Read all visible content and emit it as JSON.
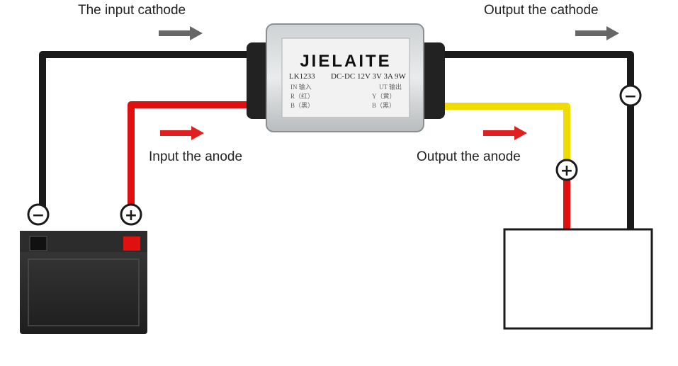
{
  "labels": {
    "input_cathode": "The input cathode",
    "output_cathode": "Output the cathode",
    "input_anode": "Input the anode",
    "output_anode": "Output the anode"
  },
  "converter": {
    "brand": "JIELAITE",
    "model": "LK1233",
    "spec": "DC-DC 12V 3V 3A 9W",
    "in_title": "IN 输入",
    "in_red": "R（红）",
    "in_black": "B（黑）",
    "out_title": "UT 输出",
    "out_yellow": "Y（黄）",
    "out_black": "B（黑）"
  },
  "symbols": {
    "positive": "+",
    "negative": "−"
  },
  "colors": {
    "wire_black": "#1a1a1a",
    "wire_red": "#e01010",
    "wire_yellow": "#f0dc00",
    "flow_arrow_gray": "#666666",
    "flow_arrow_red": "#e02020"
  }
}
